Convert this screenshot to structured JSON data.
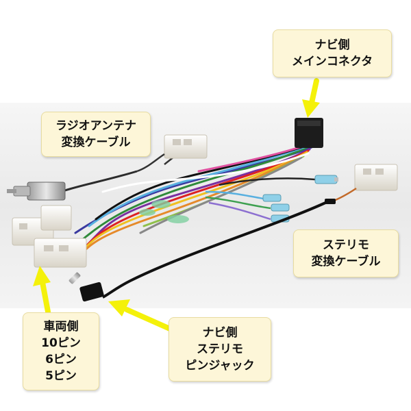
{
  "colors": {
    "callout_bg": "#fdf6d8",
    "arrow": "#f4f10a",
    "backdrop": "#ececec",
    "connector_white": "#f4f1ea"
  },
  "callouts": {
    "nav_main": {
      "lines": [
        "ナビ側",
        "メインコネクタ"
      ]
    },
    "radio": {
      "lines": [
        "ラジオアンテナ",
        "変換ケーブル"
      ]
    },
    "stereo": {
      "lines": [
        "ステリモ",
        "変換ケーブル"
      ]
    },
    "vehicle": {
      "lines": [
        "車両側",
        "10ピン",
        "6ピン",
        "5ピン"
      ]
    },
    "nav_stereo": {
      "lines": [
        "ナビ側",
        "ステリモ",
        "ピンジャック"
      ]
    }
  }
}
